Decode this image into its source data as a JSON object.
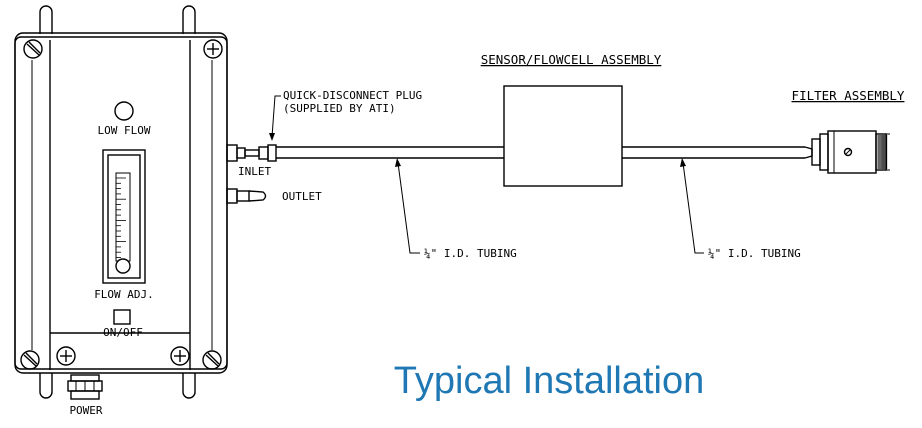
{
  "labels": {
    "low_flow": "LOW FLOW",
    "flow_adj": "FLOW ADJ.",
    "on_off": "ON/OFF",
    "power": "POWER",
    "inlet": "INLET",
    "outlet": "OUTLET",
    "qd_plug_line1": "QUICK-DISCONNECT PLUG",
    "qd_plug_line2": "(SUPPLIED BY ATI)",
    "sensor_assembly": "SENSOR/FLOWCELL ASSEMBLY",
    "filter_assembly": "FILTER ASSEMBLY",
    "tubing_left": "¼\" I.D. TUBING",
    "tubing_right": "¼\" I.D. TUBING"
  },
  "caption": {
    "text": "Typical Installation",
    "color": "#1f78b4"
  }
}
